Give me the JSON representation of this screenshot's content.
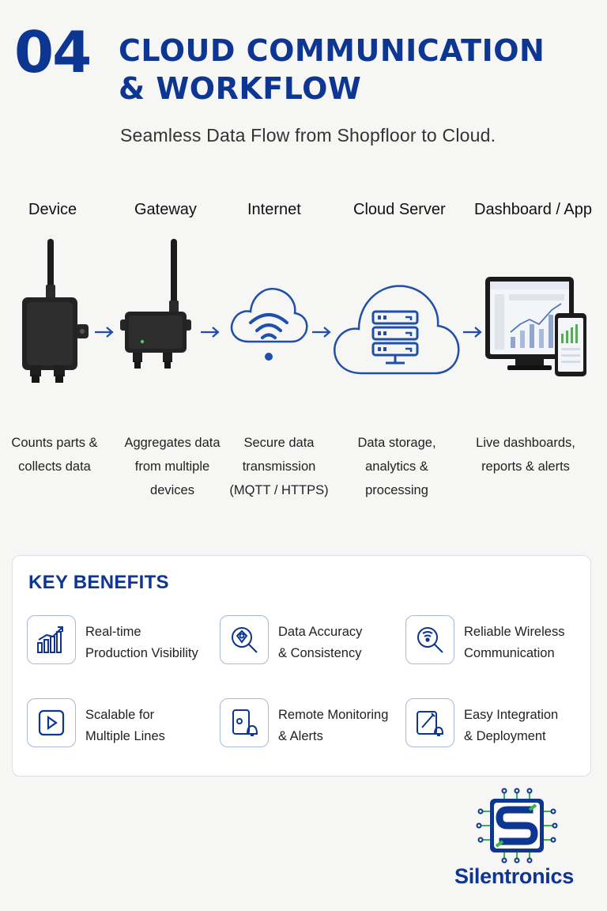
{
  "header": {
    "number": "04",
    "title_line1": "CLOUD COMMUNICATION",
    "title_line2": "& WORKFLOW",
    "subtitle": "Seamless Data Flow from Shopfloor to Cloud."
  },
  "workflow": {
    "stages": [
      {
        "label": "Device",
        "description": "Counts parts &\ncollects data",
        "icon": "iot-device-icon"
      },
      {
        "label": "Gateway",
        "description": "Aggregates data\nfrom multiple\ndevices",
        "icon": "gateway-icon"
      },
      {
        "label": "Internet",
        "description": "Secure data\ntransmission\n(MQTT / HTTPS)",
        "icon": "cloud-wifi-icon"
      },
      {
        "label": "Cloud Server",
        "description": "Data storage,\nanalytics &\nprocessing",
        "icon": "cloud-server-icon"
      },
      {
        "label": "Dashboard / App",
        "description": "Live dashboards,\nreports & alerts",
        "icon": "monitor-phone-icon"
      }
    ],
    "arrow_color": "#1f4fa8"
  },
  "benefits": {
    "title": "KEY BENEFITS",
    "items": [
      {
        "text": "Real-time\nProduction Visibility",
        "icon": "growth-chart-icon"
      },
      {
        "text": "Data Accuracy\n& Consistency",
        "icon": "magnifier-target-icon"
      },
      {
        "text": "Reliable Wireless\nCommunication",
        "icon": "magnifier-signal-icon"
      },
      {
        "text": "Scalable for\nMultiple Lines",
        "icon": "play-screen-icon"
      },
      {
        "text": "Remote Monitoring\n& Alerts",
        "icon": "device-bell-icon"
      },
      {
        "text": "Easy Integration\n& Deployment",
        "icon": "edit-bell-icon"
      }
    ]
  },
  "brand": {
    "name": "Silentronics",
    "primary_color": "#0d3592",
    "accent_color": "#3bb44a"
  }
}
